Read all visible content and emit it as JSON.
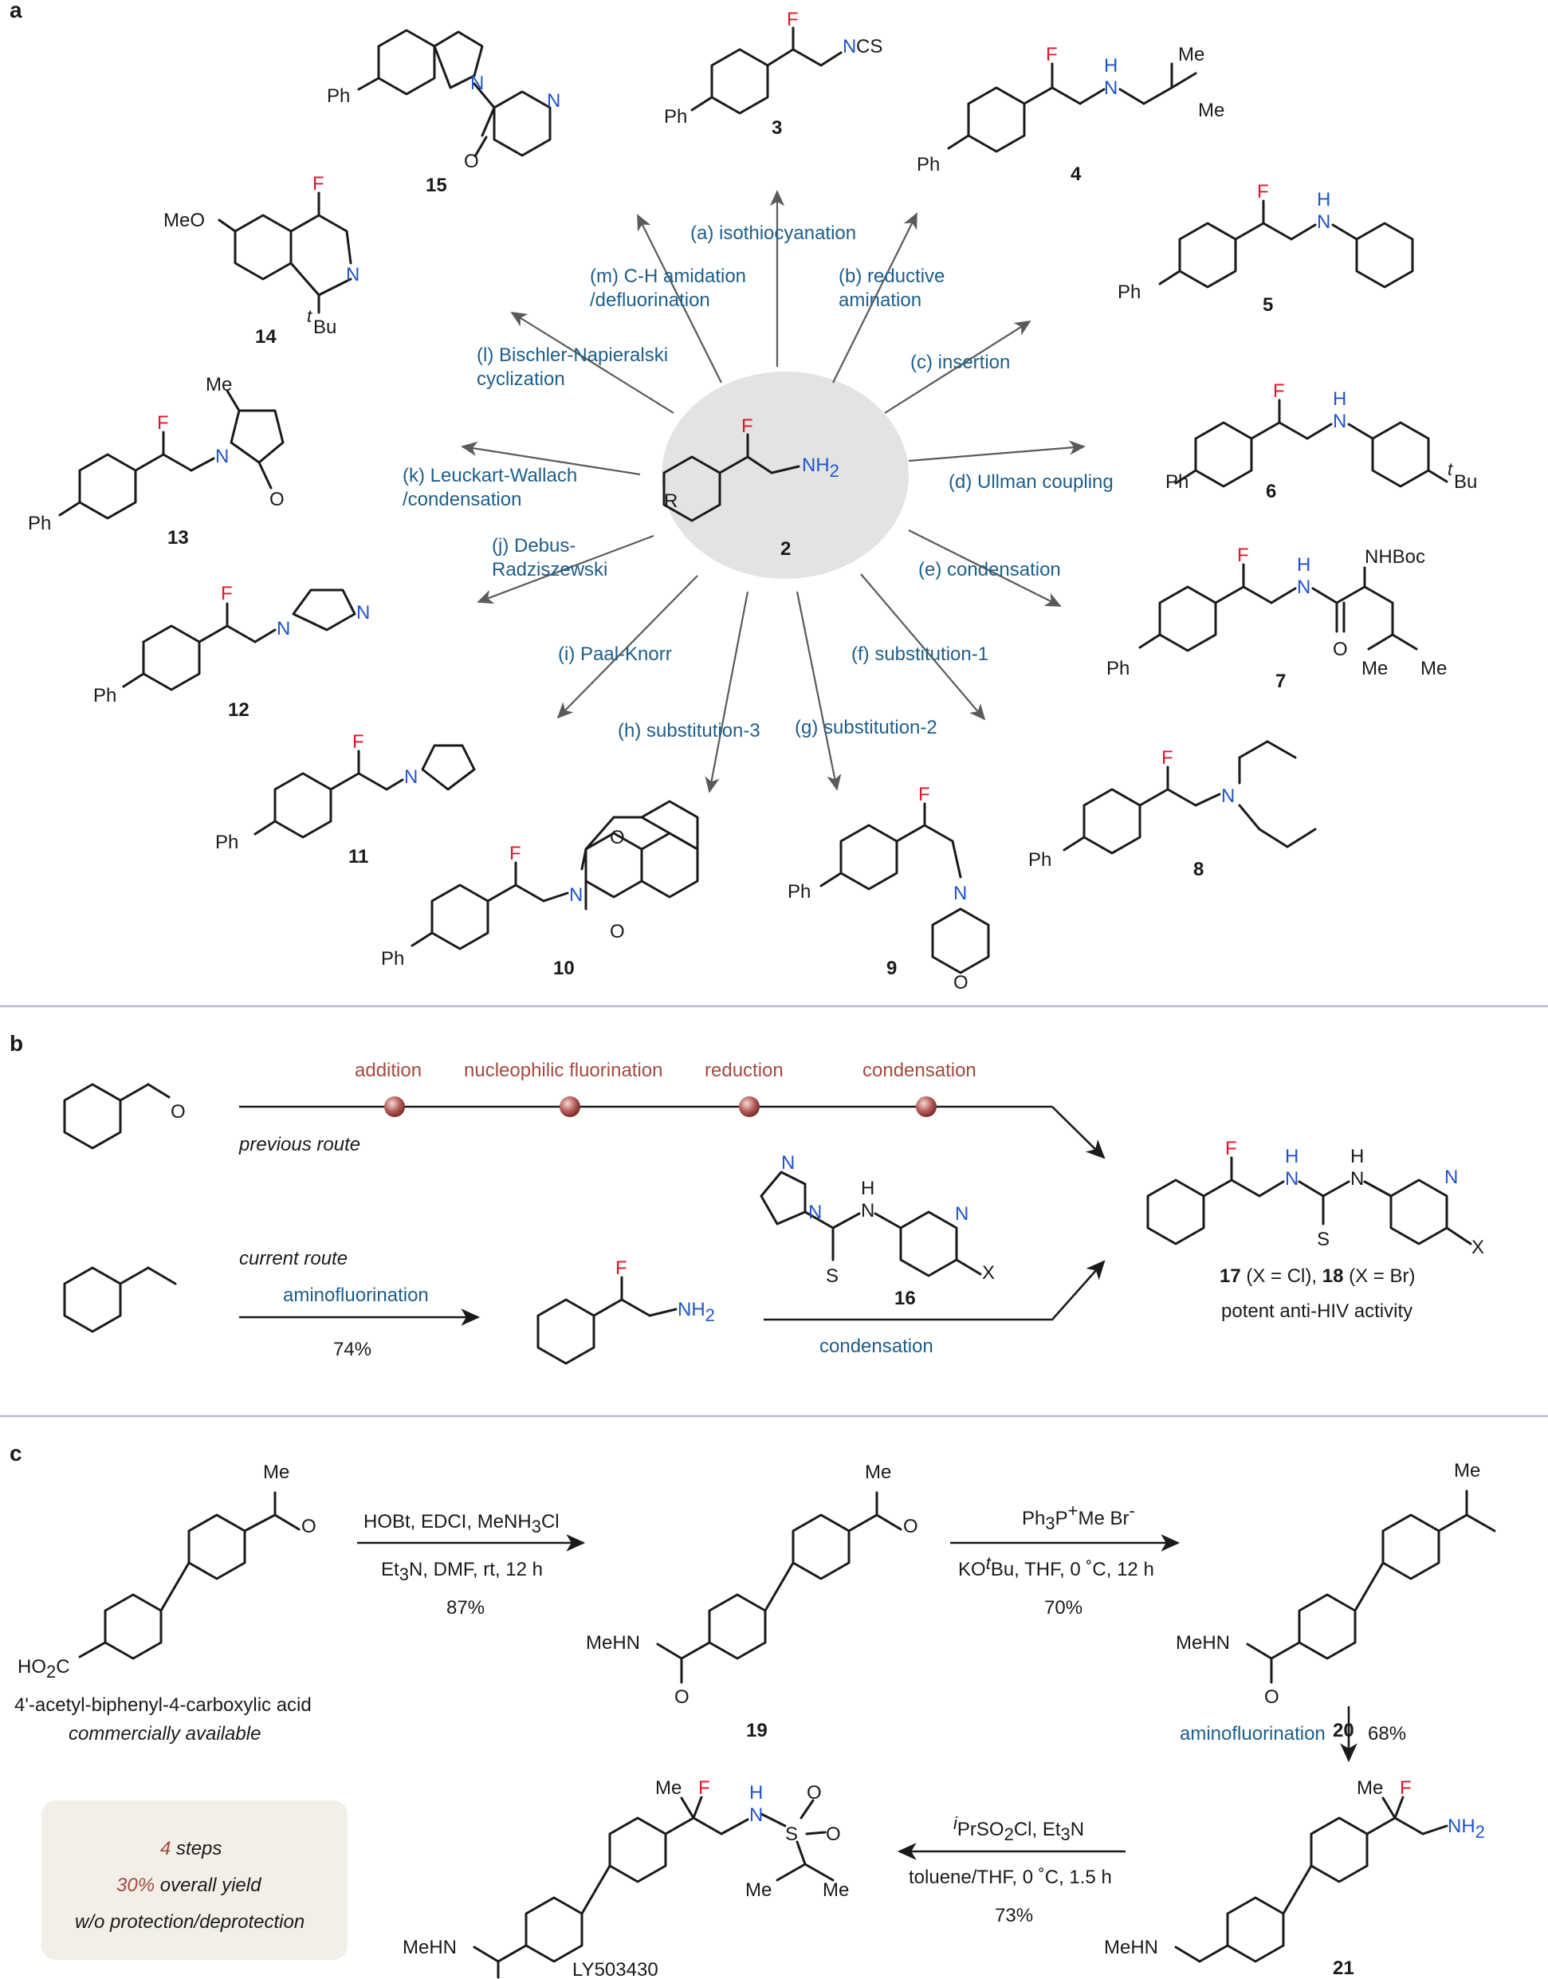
{
  "panels": {
    "a": {
      "label": "a",
      "central": {
        "label": "2",
        "R": "R",
        "F": "F",
        "NH2": "NH",
        "NH2_sub": "2"
      },
      "reactions": [
        {
          "id": "a",
          "text": "(a) isothiocyanation"
        },
        {
          "id": "b1",
          "text": "(b) reductive"
        },
        {
          "id": "b2",
          "text": "amination"
        },
        {
          "id": "c",
          "text": "(c) insertion"
        },
        {
          "id": "d",
          "text": "(d) Ullman coupling"
        },
        {
          "id": "e",
          "text": "(e) condensation"
        },
        {
          "id": "f",
          "text": "(f) substitution-1"
        },
        {
          "id": "g",
          "text": "(g) substitution-2"
        },
        {
          "id": "h",
          "text": "(h) substitution-3"
        },
        {
          "id": "i",
          "text": "(i) Paal-Knorr"
        },
        {
          "id": "j1",
          "text": "(j) Debus-"
        },
        {
          "id": "j2",
          "text": "Radziszewski"
        },
        {
          "id": "k1",
          "text": "(k) Leuckart-Wallach"
        },
        {
          "id": "k2",
          "text": "/condensation"
        },
        {
          "id": "l1",
          "text": "(l) Bischler-Napieralski"
        },
        {
          "id": "l2",
          "text": "cyclization"
        },
        {
          "id": "m1",
          "text": "(m) C-H amidation"
        },
        {
          "id": "m2",
          "text": "/defluorination"
        }
      ],
      "compounds": {
        "c3": {
          "num": "3",
          "atoms": [
            "F",
            "N",
            "CS",
            "Ph"
          ]
        },
        "c4": {
          "num": "4",
          "atoms": [
            "F",
            "H",
            "N",
            "Me",
            "Me",
            "Ph"
          ]
        },
        "c5": {
          "num": "5",
          "atoms": [
            "F",
            "H",
            "N",
            "Ph"
          ]
        },
        "c6": {
          "num": "6",
          "atoms": [
            "F",
            "H",
            "N",
            "Ph",
            "t",
            "Bu"
          ]
        },
        "c7": {
          "num": "7",
          "atoms": [
            "F",
            "H",
            "N",
            "NHBoc",
            "O",
            "Me",
            "Me",
            "Ph"
          ]
        },
        "c8": {
          "num": "8",
          "atoms": [
            "F",
            "N",
            "Ph"
          ]
        },
        "c9": {
          "num": "9",
          "atoms": [
            "F",
            "N",
            "O",
            "Ph"
          ]
        },
        "c10": {
          "num": "10",
          "atoms": [
            "F",
            "N",
            "O",
            "O",
            "Ph"
          ]
        },
        "c11": {
          "num": "11",
          "atoms": [
            "F",
            "N",
            "Ph"
          ]
        },
        "c12": {
          "num": "12",
          "atoms": [
            "F",
            "N",
            "N",
            "Ph"
          ]
        },
        "c13": {
          "num": "13",
          "atoms": [
            "Me",
            "F",
            "N",
            "O",
            "Ph"
          ]
        },
        "c14": {
          "num": "14",
          "atoms": [
            "F",
            "MeO",
            "N",
            "t",
            "Bu"
          ]
        },
        "c15": {
          "num": "15",
          "atoms": [
            "Ph",
            "N",
            "N",
            "O"
          ]
        }
      }
    },
    "b": {
      "label": "b",
      "previous_steps": [
        "addition",
        "nucleophilic fluorination",
        "reduction",
        "condensation"
      ],
      "previous_route": "previous route",
      "current_route": "current route",
      "aminofluorination": "aminofluorination",
      "yield": "74%",
      "condensation": "condensation",
      "reagent_num": "16",
      "product_caption_a": "17",
      "product_caption_b": " (X = Cl), ",
      "product_caption_c": "18",
      "product_caption_d": " (X = Br)",
      "activity": "potent anti-HIV activity",
      "atoms": {
        "O": "O",
        "F": "F",
        "NH2": "NH",
        "sub2": "2",
        "N": "N",
        "H": "H",
        "S": "S",
        "X": "X"
      }
    },
    "c": {
      "label": "c",
      "start_name": "4'-acetyl-biphenyl-4-carboxylic acid",
      "start_note": "commercially available",
      "step1": {
        "line1a": "HOBt, EDCI, MeNH",
        "line1b": "3",
        "line1c": "Cl",
        "line2": "Et",
        "line2b": "3",
        "line2c": "N, DMF, rt, 12 h",
        "yield": "87%"
      },
      "step2": {
        "line1a": "Ph",
        "line1b": "3",
        "line1c": "P",
        "line1d": "+",
        "line1e": "Me Br",
        "line1f": "-",
        "line2a": "KO",
        "line2b": "t",
        "line2c": "Bu, THF, 0 ˚C, 12 h",
        "yield": "70%"
      },
      "step3": {
        "text": "aminofluorination",
        "yield": "68%"
      },
      "step4": {
        "line1a": "i",
        "line1b": "PrSO",
        "line1c": "2",
        "line1d": "Cl, Et",
        "line1e": "3",
        "line1f": "N",
        "line2": "toluene/THF, 0 ˚C, 1.5 h",
        "yield": "73%"
      },
      "compound_nums": {
        "c19": "19",
        "c20": "20",
        "c21": "21",
        "drug": "LY503430"
      },
      "summary": {
        "steps_num": "4",
        "steps_word": " steps",
        "yield_num": "30%",
        "yield_word": " overall yield",
        "note": "w/o protection/deprotection"
      },
      "atoms": {
        "Me": "Me",
        "O": "O",
        "HO2C": "HO",
        "HO2C_sub": "2",
        "HO2C_tail": "C",
        "MeHN": "MeHN",
        "F": "F",
        "H": "H",
        "N": "N",
        "S": "S",
        "NH2": "NH",
        "sub2": "2"
      }
    }
  },
  "colors": {
    "fluorine": "#e0142a",
    "nitrogen": "#1f55c8",
    "reaction_text": "#1d5e8a",
    "step_text": "#a34b40",
    "central_bg": "#e3e3e3",
    "summary_bg": "#f1efe7",
    "divider": "#b9b4d2"
  }
}
